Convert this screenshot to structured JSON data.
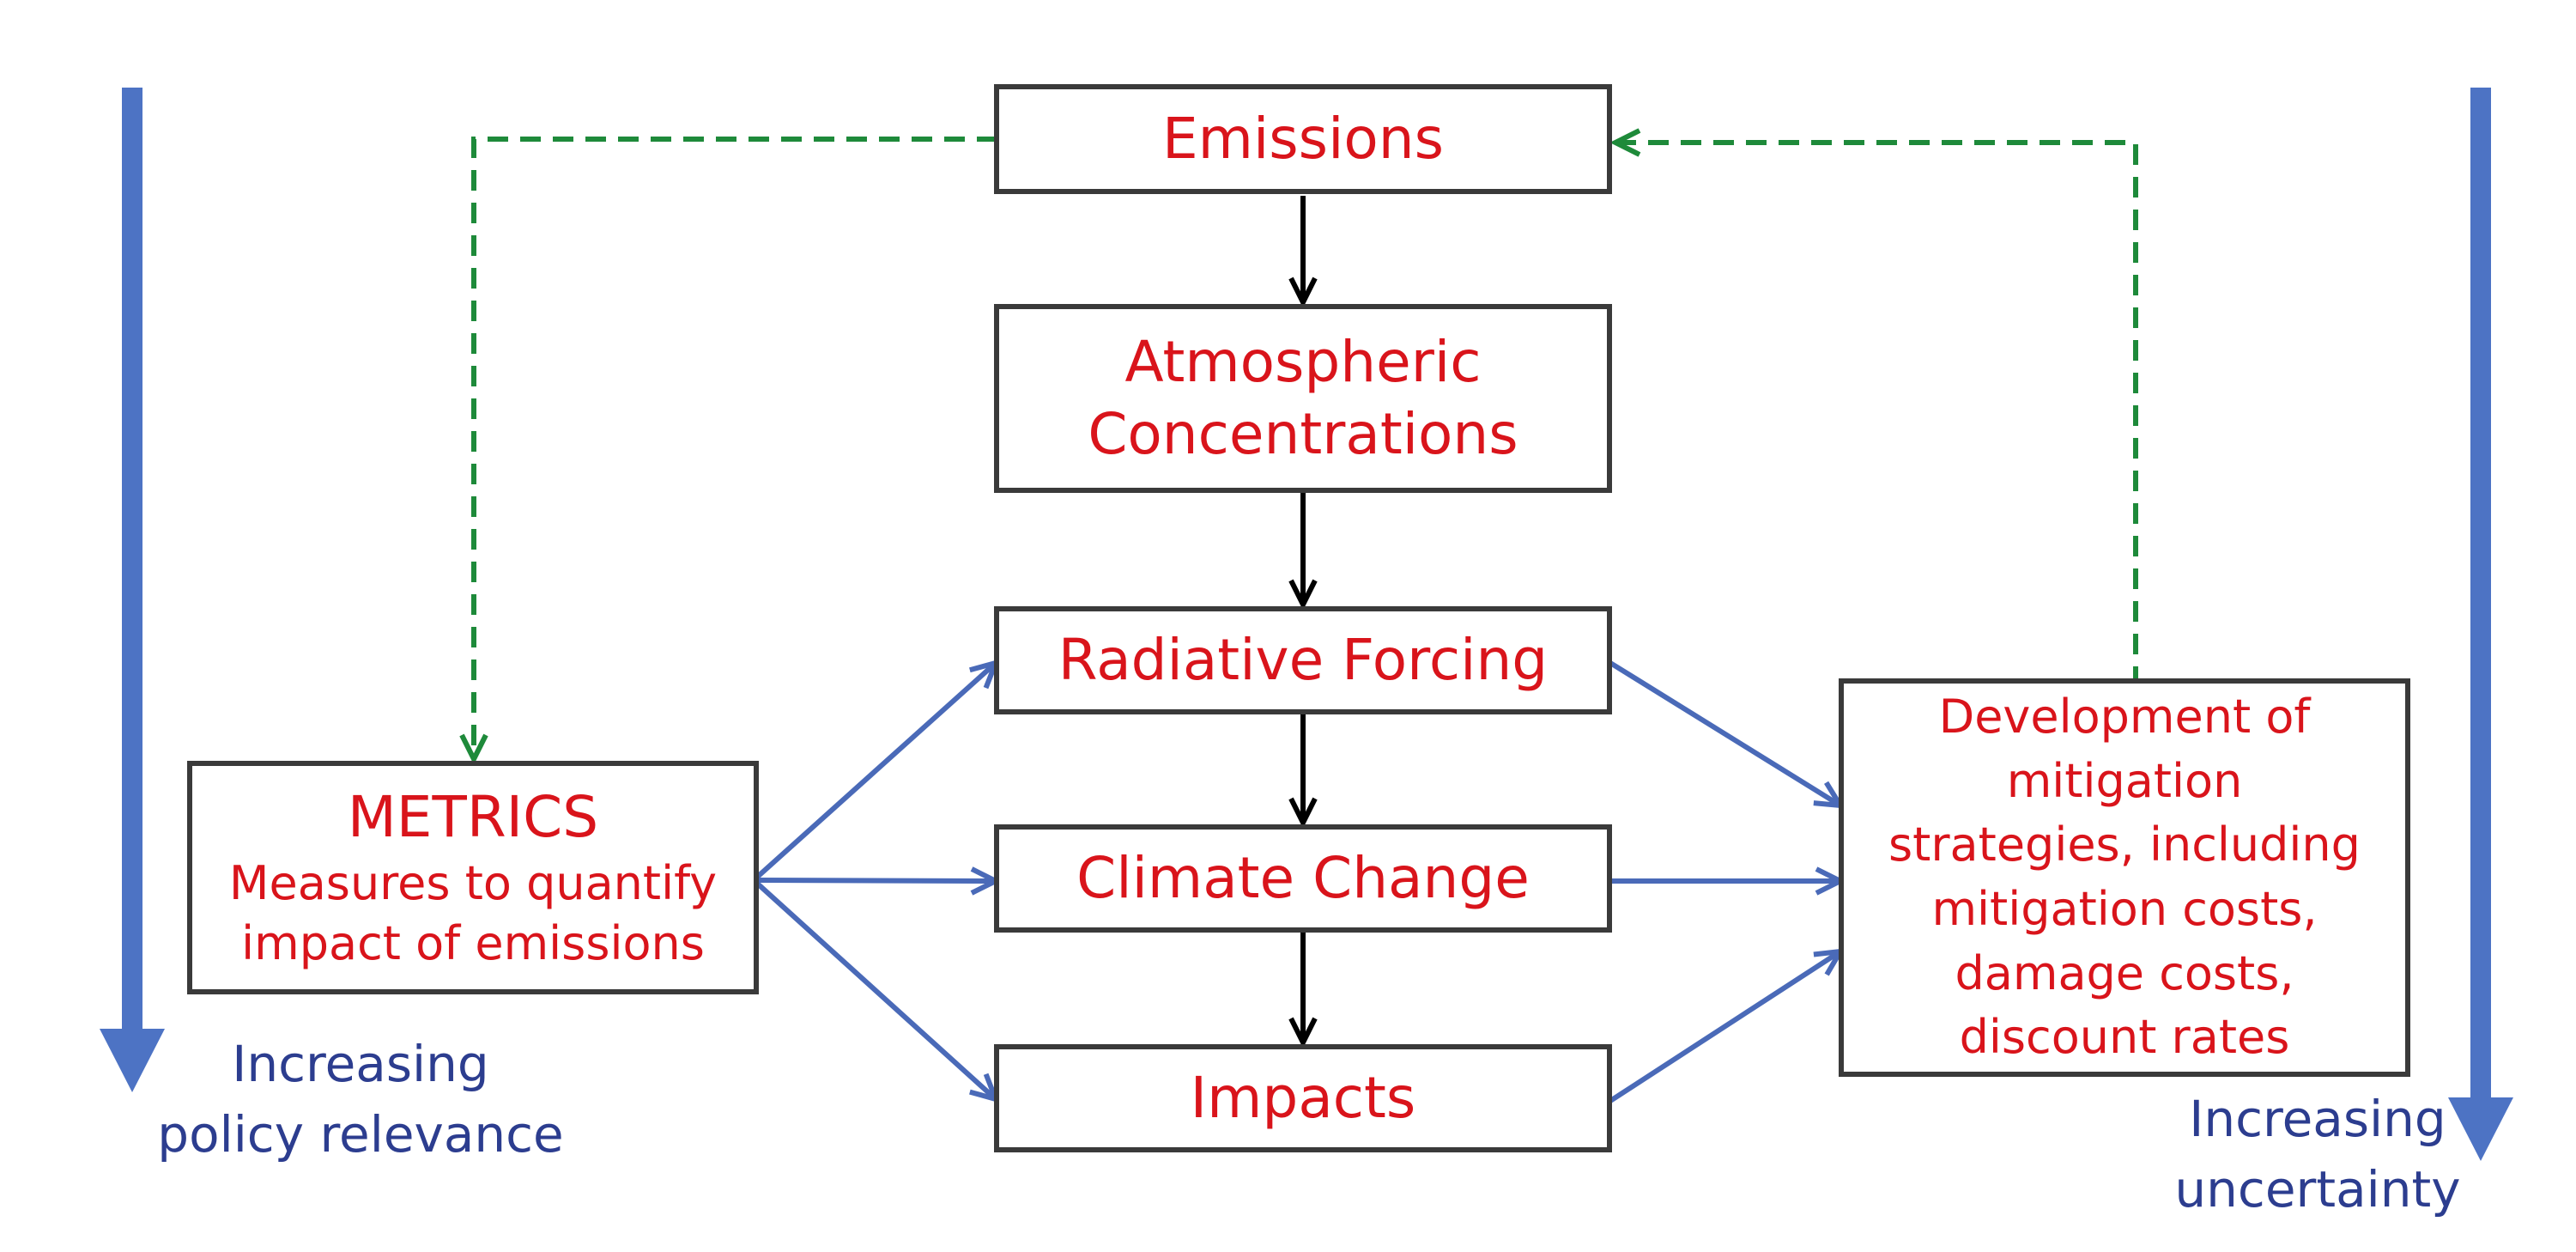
{
  "colors": {
    "box_text": "#d9141b",
    "box_border": "#3a3a3a",
    "flow_arrow": "#000000",
    "link_arrow": "#4a6ab8",
    "feedback_arrow": "#1e8a3a",
    "side_arrow": "#4d73c4",
    "side_text": "#2c3d8f"
  },
  "nodes": {
    "emissions": {
      "title": "Emissions"
    },
    "concentrations": {
      "line1": "Atmospheric",
      "line2": "Concentrations"
    },
    "forcing": {
      "title": "Radiative Forcing"
    },
    "climate": {
      "title": "Climate Change"
    },
    "impacts": {
      "title": "Impacts"
    },
    "metrics": {
      "title": "METRICS",
      "line1": "Measures to quantify",
      "line2": "impact of emissions"
    },
    "mitigation": {
      "lines": [
        "Development of",
        "mitigation",
        "strategies, including",
        "mitigation costs,",
        "damage costs,",
        "discount rates"
      ]
    }
  },
  "side_labels": {
    "left": {
      "line1": "Increasing",
      "line2": "policy relevance"
    },
    "right": {
      "line1": "Increasing",
      "line2": "uncertainty"
    }
  },
  "icons": {
    "left_arrow": "down-arrow-icon",
    "right_arrow": "down-arrow-icon"
  }
}
